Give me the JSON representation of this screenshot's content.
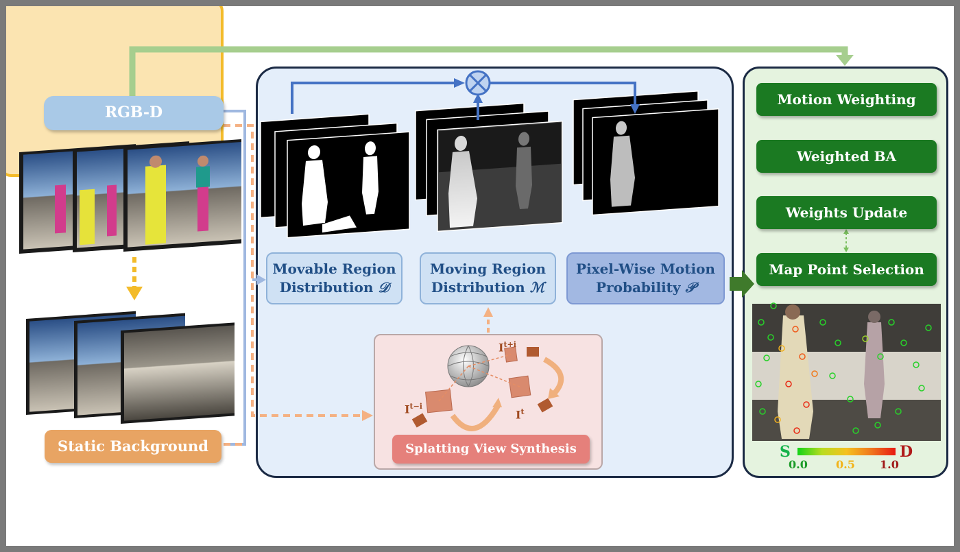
{
  "inputs": {
    "rgbd_label": "RGB-D",
    "static_background_label": "Static Background"
  },
  "modules": {
    "movable": {
      "line1": "Movable Region",
      "line2": "Distribution",
      "symbol": "𝒟"
    },
    "moving": {
      "line1": "Moving Region",
      "line2": "Distribution",
      "symbol": "ℳ"
    },
    "pixel": {
      "line1": "Pixel-Wise Motion",
      "line2": "Probability",
      "symbol": "𝒫"
    }
  },
  "synthesis": {
    "label": "Splatting View Synthesis",
    "frames": [
      {
        "base": "I",
        "sup": "t−i"
      },
      {
        "base": "I",
        "sup": "t+i"
      },
      {
        "base": "I",
        "sup": "t"
      }
    ]
  },
  "pipeline": [
    "Motion Weighting",
    "Weighted BA",
    "Weights Update",
    "Map Point Selection"
  ],
  "scale": {
    "low_letter": "S",
    "high_letter": "D",
    "ticks": [
      "0.0",
      "0.5",
      "1.0"
    ]
  },
  "colors": {
    "rgbd": "#a9c9e7",
    "static": "#e8a463",
    "module": "#cfe1f4",
    "pixel_module": "#a2b8e2",
    "splat": "#e5807b",
    "pipeline_button": "#1b7a22",
    "feedback_arrow": "#a6ce8e",
    "flow_arrow": "#4472c4",
    "dashed_arrow": "#f4b183",
    "dashed_blue": "#9fb8e0"
  }
}
